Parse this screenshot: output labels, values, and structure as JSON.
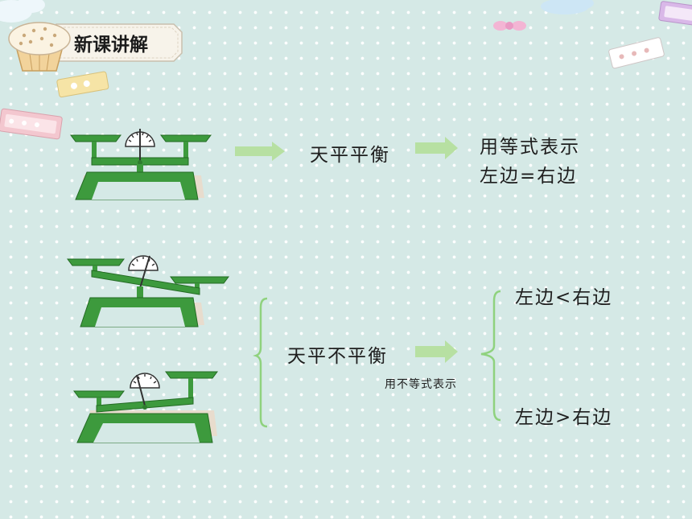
{
  "header": {
    "title": "新课讲解"
  },
  "row_balanced": {
    "state_label": "天平平衡",
    "method_label": "用等式表示",
    "expression": "左边=右边"
  },
  "row_unbalanced": {
    "state_label": "天平不平衡",
    "method_label": "用不等式表示",
    "expression_less": "左边<右边",
    "expression_greater": "左边>右边"
  },
  "colors": {
    "scale_green": "#3d9a3d",
    "arrow_green": "#b7e0a2",
    "brace_green": "#8fd27e",
    "background": "#d5e9e6"
  }
}
